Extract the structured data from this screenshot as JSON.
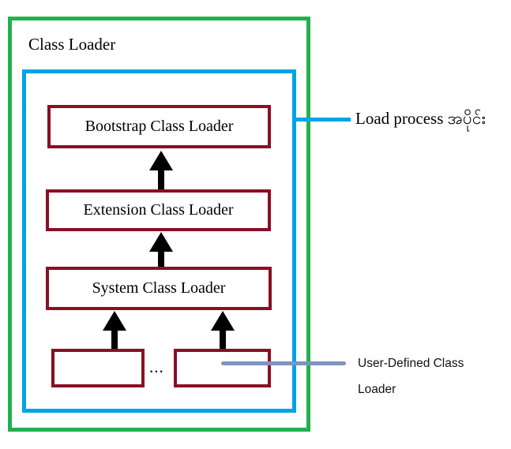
{
  "diagram": {
    "title": "Class Loader",
    "loaders": [
      {
        "id": "bootstrap",
        "label": "Bootstrap Class Loader"
      },
      {
        "id": "extension",
        "label": "Extension Class Loader"
      },
      {
        "id": "system",
        "label": "System Class Loader"
      }
    ],
    "user_defined_row": {
      "ellipsis": "..."
    },
    "annotations": {
      "load_process": {
        "label": "Load process အပိုင်း"
      },
      "user_defined": {
        "label": "User-Defined Class Loader"
      }
    },
    "colors": {
      "outer_frame": "#22B14C",
      "inner_frame": "#00A2E8",
      "loader_box_border": "#8B0E22",
      "arrow": "#000000",
      "load_process_line": "#00A2E8",
      "user_defined_line": "#7B94C1"
    }
  }
}
